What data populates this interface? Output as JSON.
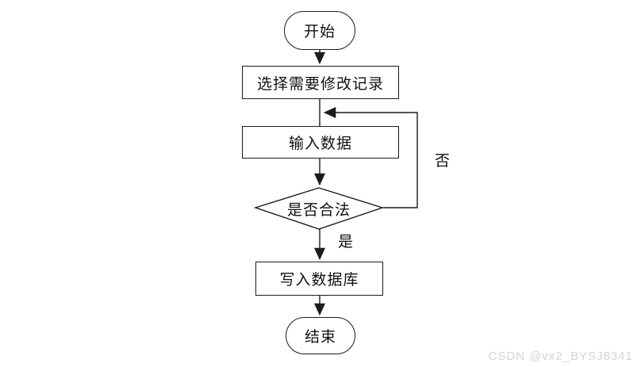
{
  "diagram": {
    "type": "flowchart",
    "nodes": [
      {
        "id": "start",
        "shape": "terminator",
        "label": "开始"
      },
      {
        "id": "select",
        "shape": "process",
        "label": "选择需要修改记录"
      },
      {
        "id": "input",
        "shape": "process",
        "label": "输入数据"
      },
      {
        "id": "valid",
        "shape": "decision",
        "label": "是否合法"
      },
      {
        "id": "write",
        "shape": "process",
        "label": "写入数据库"
      },
      {
        "id": "end",
        "shape": "terminator",
        "label": "结束"
      }
    ],
    "edges": [
      {
        "from": "start",
        "to": "select",
        "label": ""
      },
      {
        "from": "select",
        "to": "input",
        "label": ""
      },
      {
        "from": "input",
        "to": "valid",
        "label": ""
      },
      {
        "from": "valid",
        "to": "write",
        "label": "是"
      },
      {
        "from": "valid",
        "to": "input",
        "label": "否",
        "note": "loop back to line above 输入数据"
      },
      {
        "from": "write",
        "to": "end",
        "label": ""
      }
    ],
    "edge_labels": {
      "yes": "是",
      "no": "否"
    }
  },
  "watermark": "CSDN @vx2_BYSJ8341",
  "colors": {
    "stroke": "#1b1b1b",
    "background": "#ffffff",
    "watermark_text": "#d3d3dc"
  }
}
